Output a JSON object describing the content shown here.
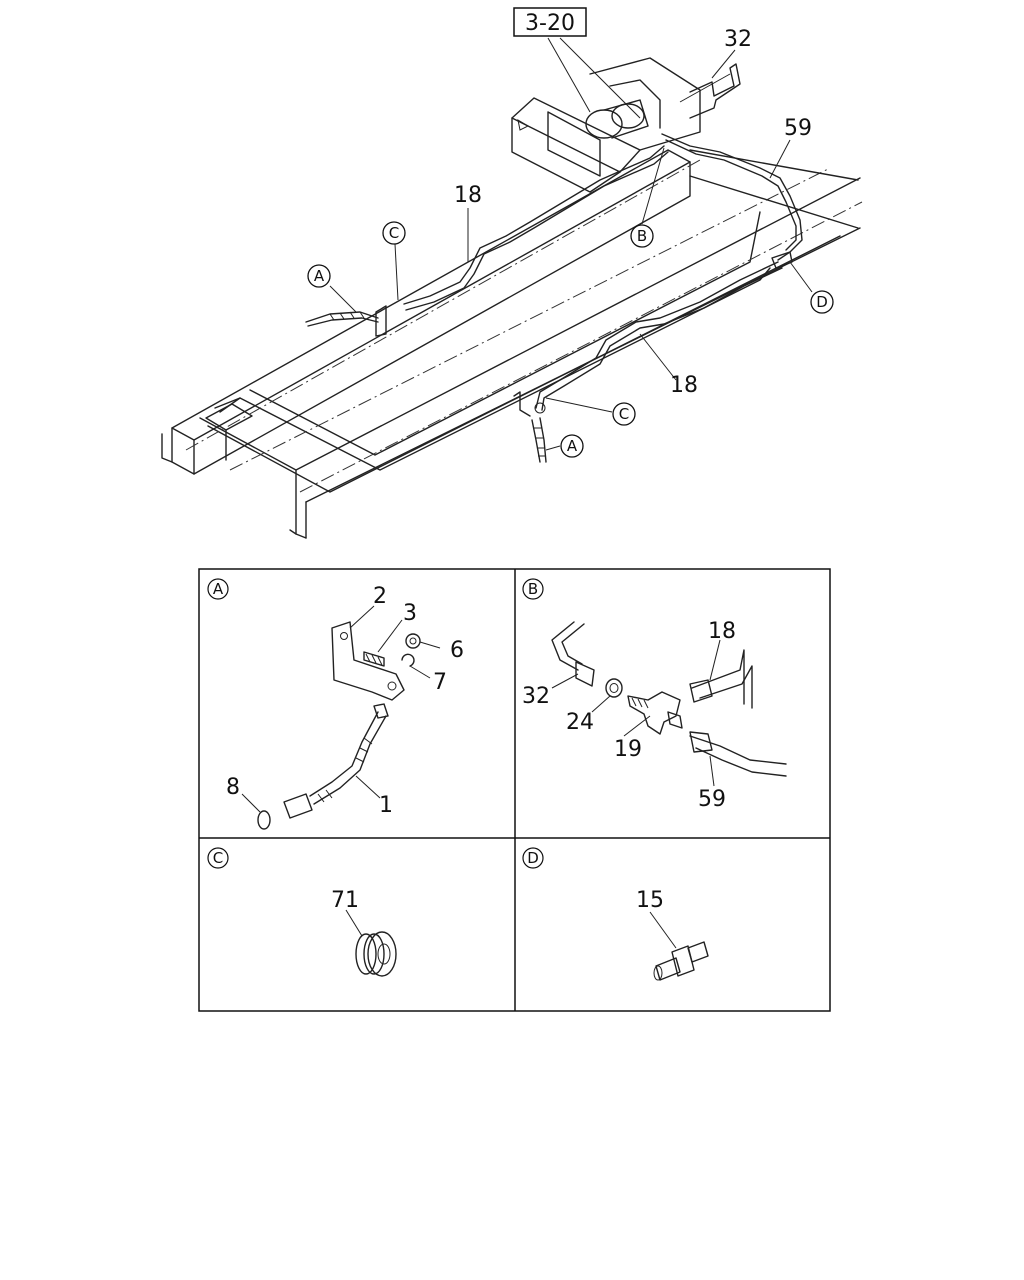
{
  "reference_box": "3-20",
  "main_labels": [
    {
      "id": "p32_top",
      "text": "32"
    },
    {
      "id": "p59_top",
      "text": "59"
    },
    {
      "id": "p18_left",
      "text": "18"
    },
    {
      "id": "p18_right",
      "text": "18"
    }
  ],
  "callouts": [
    {
      "id": "A_top",
      "letter": "A"
    },
    {
      "id": "C_top",
      "letter": "C"
    },
    {
      "id": "B_top",
      "letter": "B"
    },
    {
      "id": "D_top",
      "letter": "D"
    },
    {
      "id": "C_bottom",
      "letter": "C"
    },
    {
      "id": "A_bottom",
      "letter": "A"
    }
  ],
  "panels": [
    {
      "id": "A",
      "letter": "A",
      "parts": [
        "2",
        "3",
        "6",
        "7",
        "8",
        "1"
      ]
    },
    {
      "id": "B",
      "letter": "B",
      "parts": [
        "18",
        "32",
        "24",
        "19",
        "59"
      ]
    },
    {
      "id": "C",
      "letter": "C",
      "parts": [
        "71"
      ]
    },
    {
      "id": "D",
      "letter": "D",
      "parts": [
        "15"
      ]
    }
  ]
}
